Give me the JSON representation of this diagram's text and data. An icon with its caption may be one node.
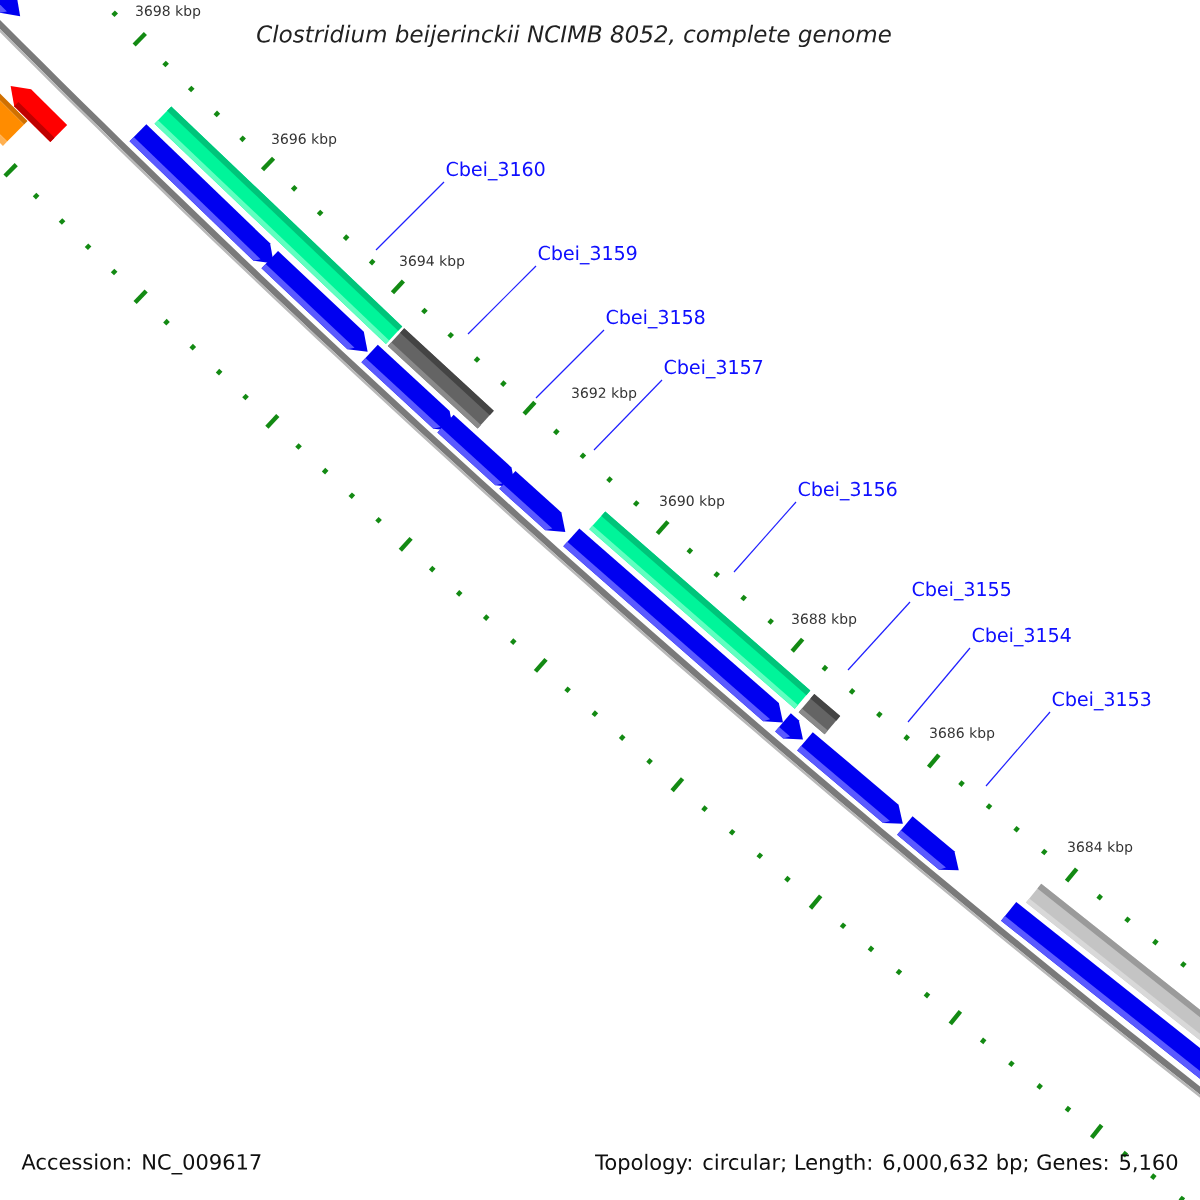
{
  "diagram": {
    "title": "Clostridium beijerinckii NCIMB 8052, complete genome",
    "nodes": [
      {
        "text": [
          "Cbei_3160"
        ]
      },
      {
        "text": [
          "Cbei_3159"
        ]
      },
      {
        "text": [
          "Cbei_3158"
        ]
      },
      {
        "text": [
          "Cbei_3157"
        ]
      },
      {
        "text": [
          "Cbei_3156"
        ]
      },
      {
        "text": [
          "Cbei_3155"
        ]
      },
      {
        "text": [
          "Cbei_3154"
        ]
      },
      {
        "text": [
          "Cbei_3153"
        ]
      }
    ],
    "edges": [
      {
        "from": 0,
        "to": null,
        "arrow": "none"
      },
      {
        "from": 1,
        "to": null,
        "arrow": "none"
      },
      {
        "from": 2,
        "to": null,
        "arrow": "none"
      },
      {
        "from": 3,
        "to": null,
        "arrow": "none"
      },
      {
        "from": 4,
        "to": null,
        "arrow": "none"
      },
      {
        "from": 5,
        "to": null,
        "arrow": "none"
      },
      {
        "from": 6,
        "to": null,
        "arrow": "none"
      },
      {
        "from": 7,
        "to": null,
        "arrow": "none"
      }
    ],
    "labels": [
      "3698 kbp",
      "3696 kbp",
      "3694 kbp",
      "3692 kbp",
      "3690 kbp",
      "3688 kbp",
      "3686 kbp",
      "3684 kbp",
      "Accession: NC_009617",
      "Topology: circular; Length: 6,000,632 bp; Genes: 5,160"
    ]
  }
}
